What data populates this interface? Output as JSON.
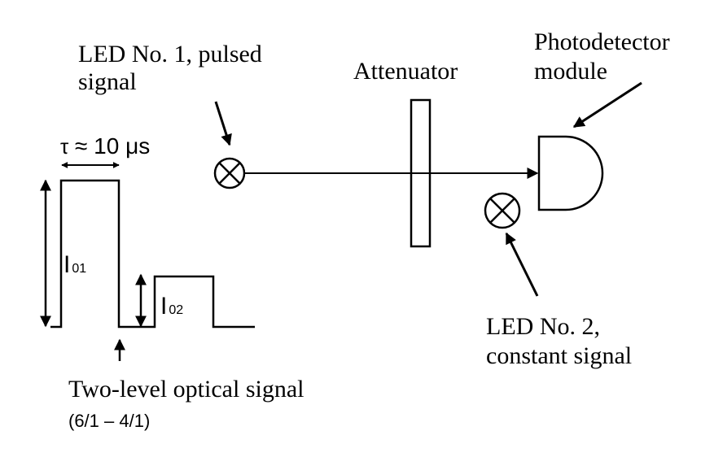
{
  "labels": {
    "led1_line1": "LED No. 1, pulsed",
    "led1_line2": "signal",
    "attenuator": "Attenuator",
    "photodetector_line1": "Photodetector",
    "photodetector_line2": "module",
    "led2_line1": "LED No. 2,",
    "led2_line2": "constant signal",
    "tau_symbol": "τ",
    "tau_value": "≈ 10 μs",
    "i01_main": "I",
    "i01_sub": "01",
    "i02_main": "I",
    "i02_sub": "02",
    "signal_line1": "Two-level optical signal",
    "signal_line2": "(6/1 – 4/1)"
  },
  "colors": {
    "stroke": "#000000",
    "background": "#ffffff"
  }
}
